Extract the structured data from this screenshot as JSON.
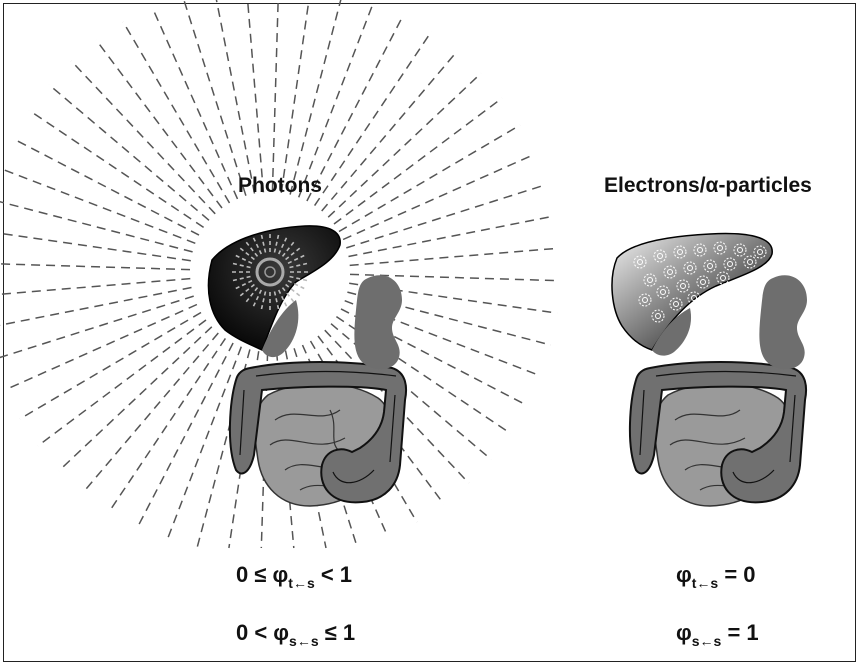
{
  "left_panel": {
    "title": "Photons",
    "equation_top": {
      "lhs": "0 ≤ φ",
      "sub": "t←s",
      "rhs": " < 1"
    },
    "equation_bottom": {
      "lhs": "0 < φ",
      "sub": "s←s",
      "rhs": " ≤ 1"
    }
  },
  "right_panel": {
    "title": "Electrons/α-particles",
    "equation_top": {
      "lhs": "φ",
      "sub": "t←s",
      "rhs": " = 0"
    },
    "equation_bottom": {
      "lhs": "φ",
      "sub": "s←s",
      "rhs": " = 1"
    }
  },
  "colors": {
    "liver": "#1a1a1a",
    "kidney": "#6e6e6e",
    "colon": "#707070",
    "small_intestine": "#9a9a9a",
    "rays": "#555555"
  }
}
